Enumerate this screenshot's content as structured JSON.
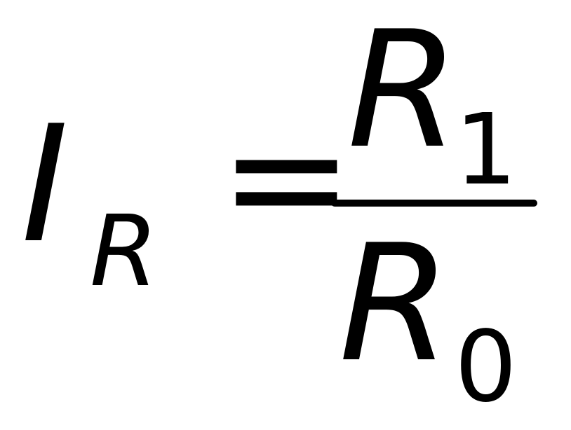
{
  "formula": {
    "lhs": {
      "symbol": "I",
      "subscript": "R"
    },
    "operator": "=",
    "numerator": {
      "symbol": "R",
      "subscript": "1"
    },
    "denominator": {
      "symbol": "R",
      "subscript": "0"
    }
  },
  "colors": {
    "text": "#000000",
    "background": "#ffffff"
  }
}
